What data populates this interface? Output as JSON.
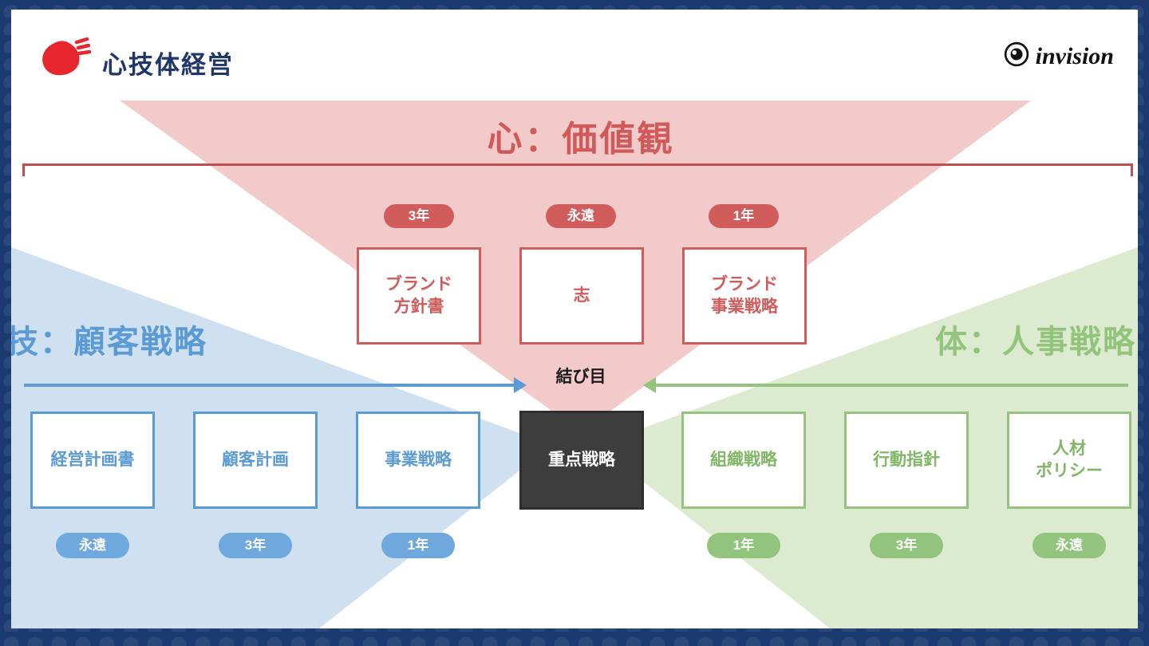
{
  "header": {
    "title": "心技体経営",
    "brand": "invision"
  },
  "mind": {
    "title": "心：価値観",
    "pills": [
      "3年",
      "永遠",
      "1年"
    ],
    "boxes": [
      "ブランド\n方針書",
      "志",
      "ブランド\n事業戦略"
    ]
  },
  "technique": {
    "title": "技：顧客戦略",
    "boxes": [
      "経営計画書",
      "顧客計画",
      "事業戦略"
    ],
    "pills": [
      "永遠",
      "3年",
      "1年"
    ]
  },
  "body_section": {
    "title": "体：人事戦略",
    "boxes": [
      "組織戦略",
      "行動指針",
      "人材\nポリシー"
    ],
    "pills": [
      "1年",
      "3年",
      "永遠"
    ]
  },
  "center": {
    "knot": "結び目",
    "core": "重点戦略"
  },
  "colors": {
    "red": "#cf5b5b",
    "pink_fill": "#f3caca",
    "blue": "#5b9bd5",
    "blue_fill": "#cfe0f1",
    "green": "#93c47d",
    "green_fill": "#dcead0",
    "navy": "#1b3a70",
    "dark_box": "#3d3d3d"
  }
}
